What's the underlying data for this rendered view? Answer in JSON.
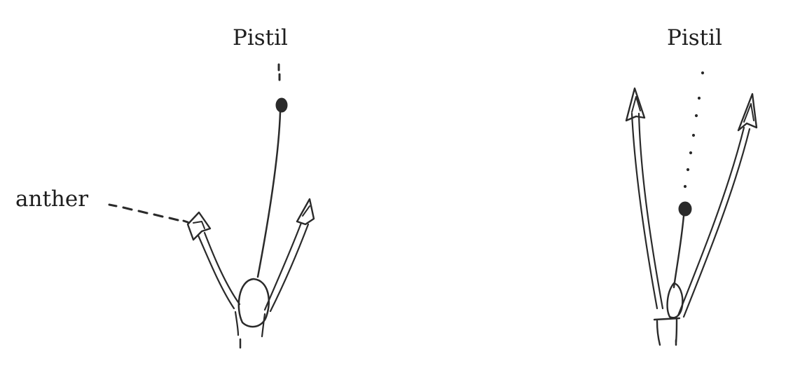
{
  "labels": {
    "pistil_left": "Pistil",
    "pistil_right": "Pistil",
    "anther": "anther"
  },
  "colors": {
    "ink": "#2a2a2a",
    "background": "#ffffff"
  }
}
